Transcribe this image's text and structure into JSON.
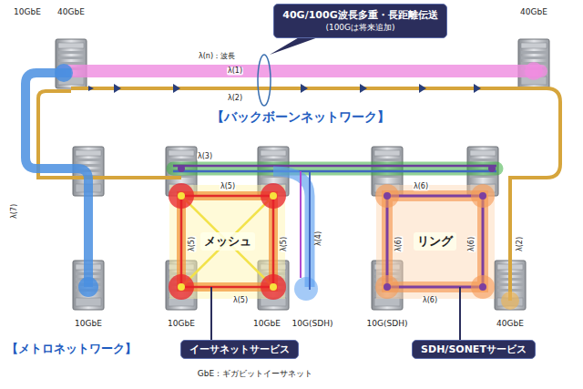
{
  "diagram": {
    "nodes": [
      {
        "text": [
          "40G/100G波長多重・長距離伝送",
          "(100Gは将来追加)"
        ]
      },
      {
        "text": [
          "メッシュ"
        ]
      },
      {
        "text": [
          "リング"
        ]
      },
      {
        "text": [
          "イーサネットサービス"
        ]
      },
      {
        "text": [
          "SDH/SONETサービス"
        ]
      }
    ],
    "edges": [
      {
        "from": 3,
        "to": 1,
        "arrow": "none"
      },
      {
        "from": 4,
        "to": 2,
        "arrow": "none"
      }
    ],
    "labels": [
      "10GbE",
      "40GbE",
      "40GbE",
      "λ(n)：波長",
      "λ(1)",
      "λ(2)",
      "【バックボーンネットワーク】",
      "λ(7)",
      "λ(3)",
      "λ(5)",
      "λ(5)",
      "λ(5)",
      "λ(4)",
      "λ(5)",
      "λ(6)",
      "λ(6)",
      "λ(6)",
      "λ(6)",
      "λ(2)",
      "10GbE",
      "10GbE",
      "10GbE",
      "10G(SDH)",
      "10G(SDH)",
      "40GbE",
      "【メトロネットワーク】",
      "GbE：ギガビットイーサネット"
    ]
  }
}
